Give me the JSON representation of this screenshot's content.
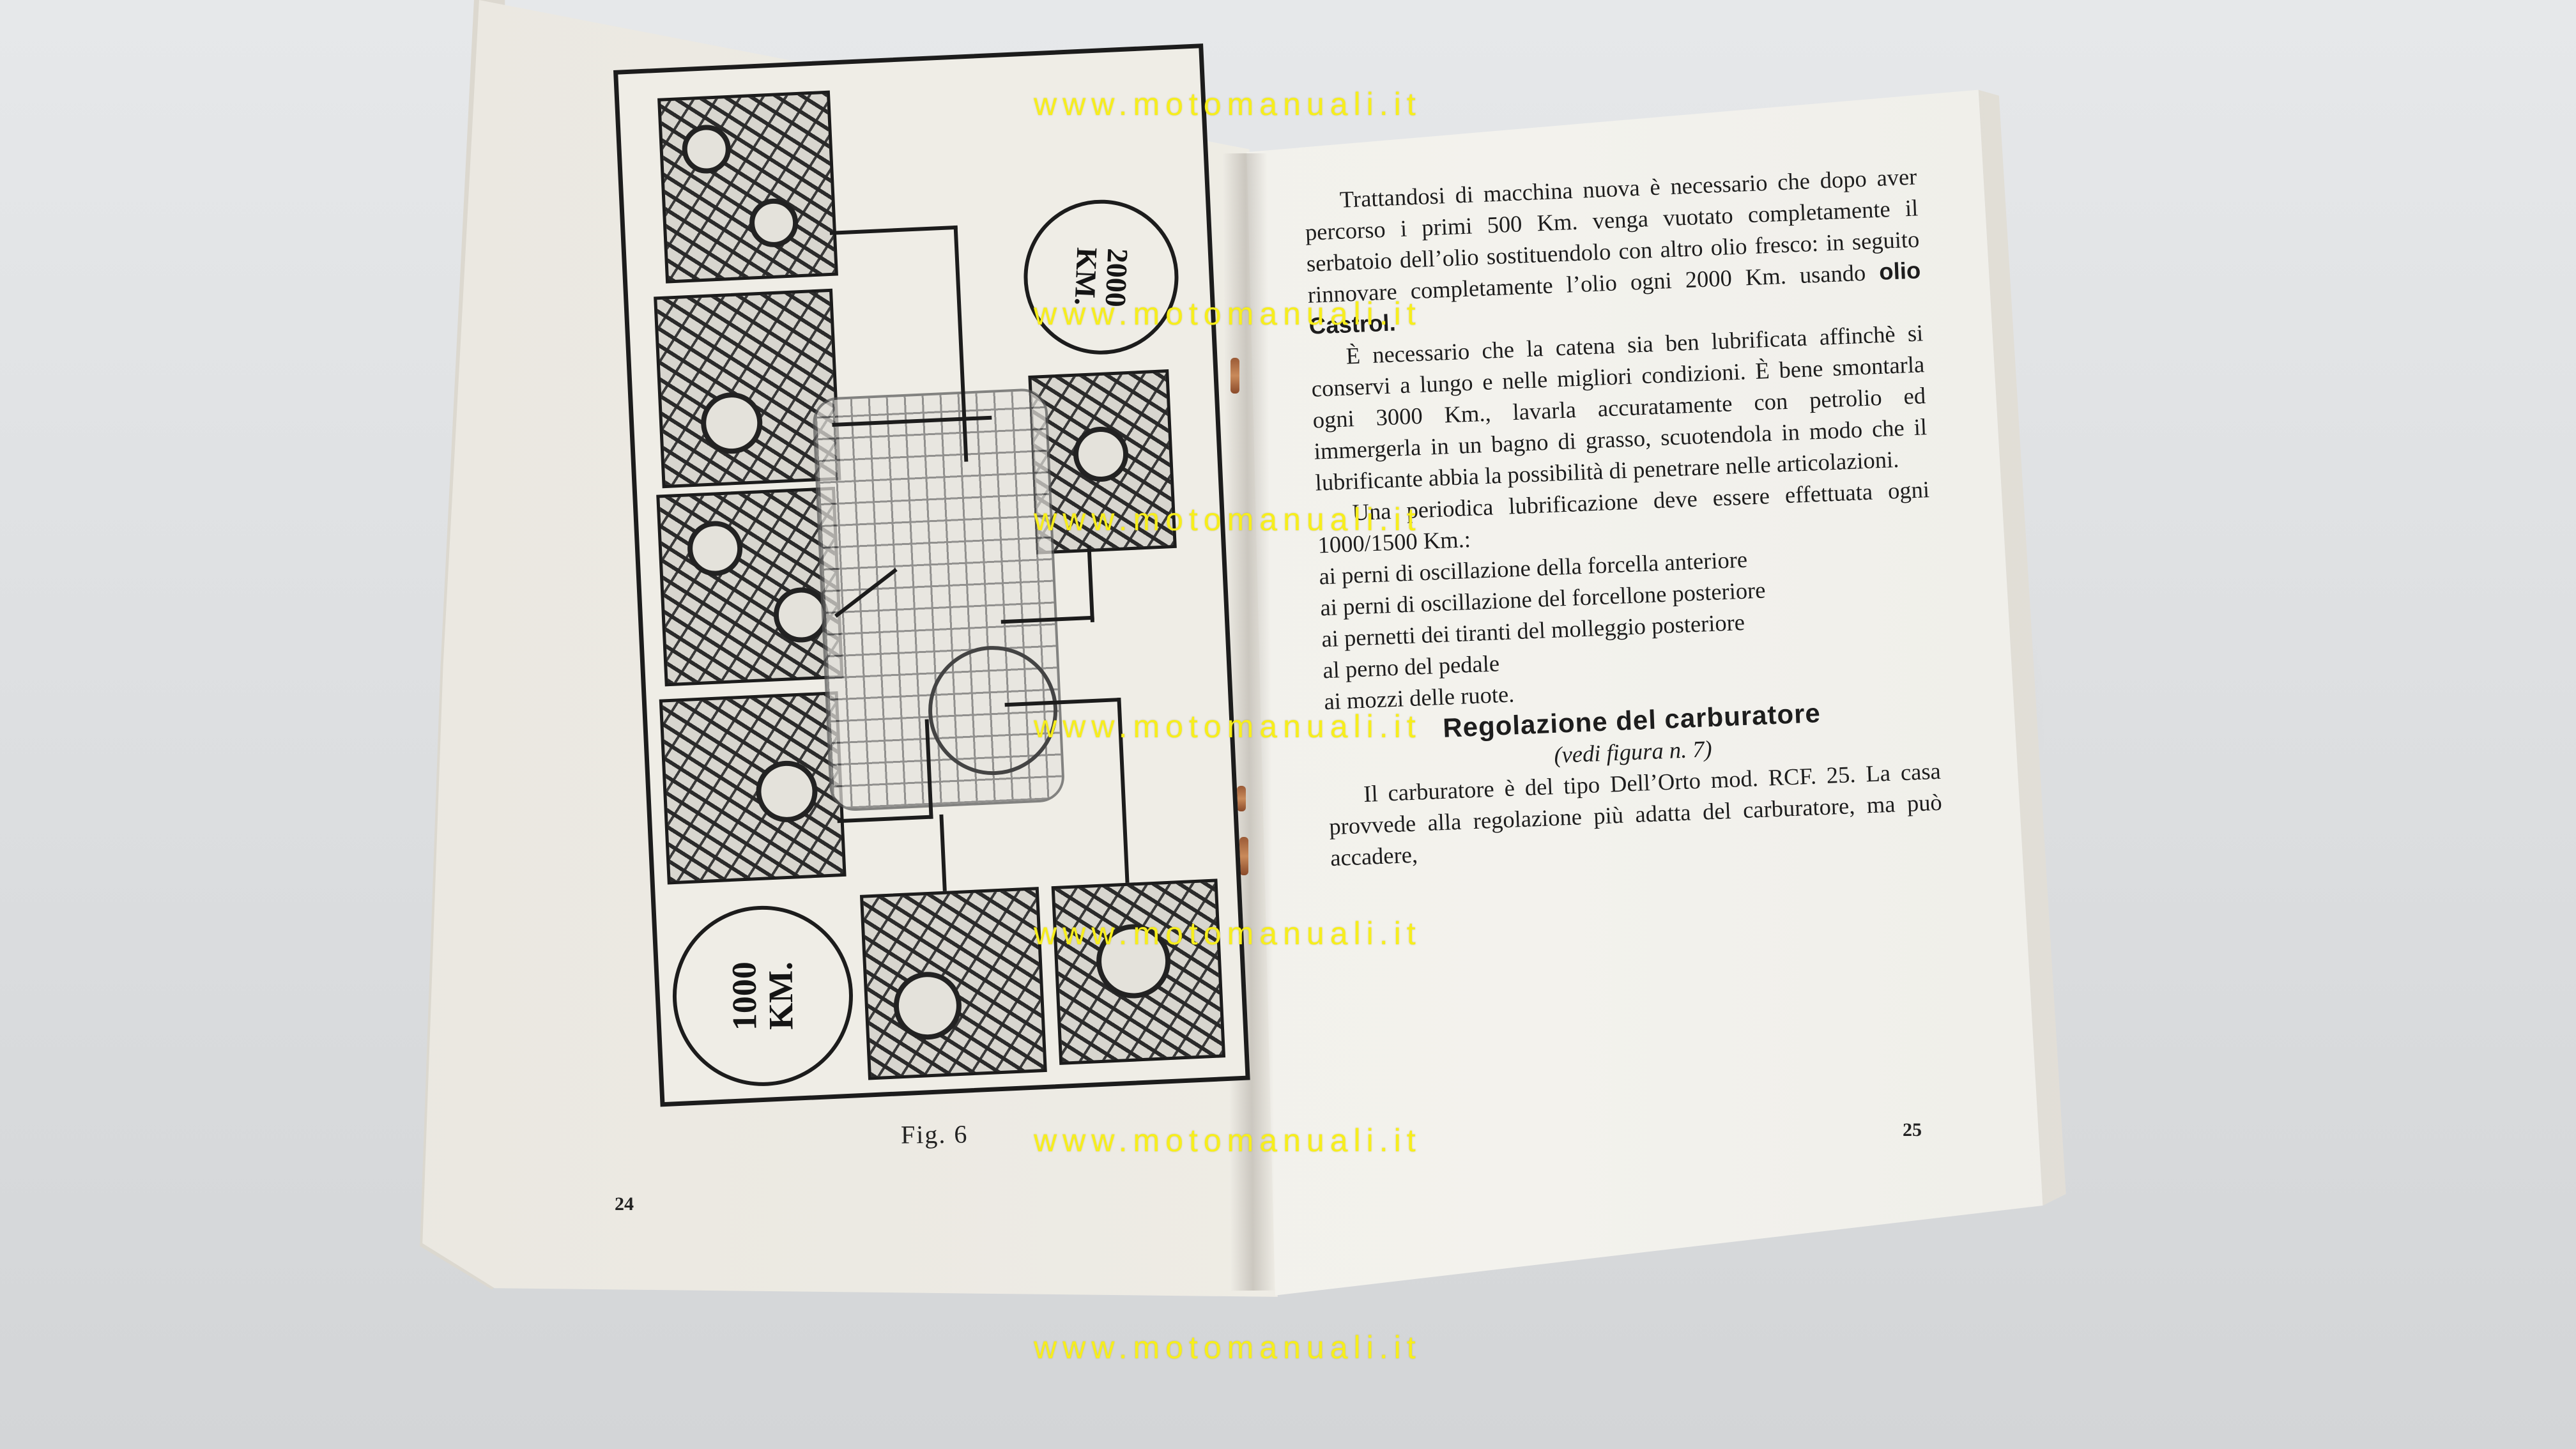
{
  "watermark": "www.motomanuali.it",
  "left_page": {
    "page_number": "24",
    "figure_caption": "Fig. 6",
    "figure": {
      "km_top": [
        "2000",
        "KM."
      ],
      "km_bottom": [
        "1000",
        "KM."
      ]
    }
  },
  "right_page": {
    "page_number": "25",
    "paragraph1": "Trattandosi di macchina nuova è necessario che dopo aver percorso i primi 500 Km. venga vuotato completamente il serbatoio dell’olio sostituendolo con altro olio fresco: in seguito rinnovare completamente l’olio ogni 2000 Km. usando",
    "paragraph1_bold": "olio Castrol.",
    "paragraph2": "È necessario che la catena sia ben lubrificata affinchè si conservi a lungo e nelle migliori condizioni. È bene smontarla ogni 3000 Km., lavarla accuratamente con petrolio ed immergerla in un bagno di grasso, scuotendola in modo che il lubrificante abbia la possibilità di penetrare nelle articolazioni.",
    "paragraph3": "Una periodica lubrificazione deve essere effettuata ogni 1000/1500 Km.:",
    "list": [
      "ai perni di oscillazione della forcella anteriore",
      "ai perni di oscillazione del forcellone posteriore",
      "ai pernetti dei tiranti del molleggio posteriore",
      "al perno del pedale",
      "ai mozzi delle ruote."
    ],
    "section_title": "Regolazione del carburatore",
    "section_subtitle": "(vedi figura n. 7)",
    "paragraph4": "Il carburatore è del tipo Dell’Orto mod. RCF. 25. La casa provvede alla regolazione più adatta del carburatore, ma può accadere,"
  }
}
